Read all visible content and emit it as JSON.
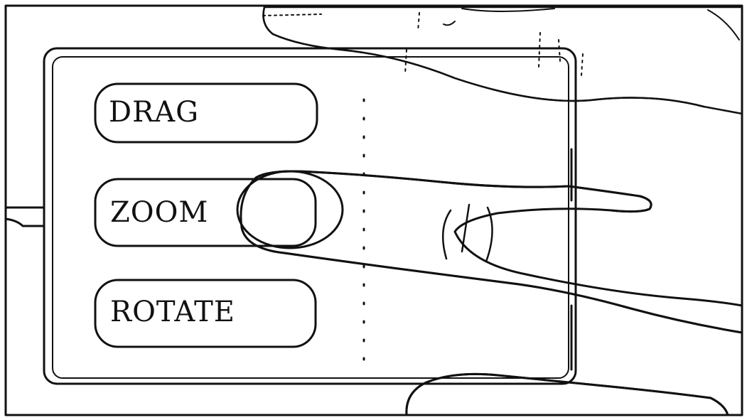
{
  "buttons": [
    {
      "label": "DRAG"
    },
    {
      "label": "ZOOM"
    },
    {
      "label": "ROTATE"
    }
  ],
  "gesture_mark": "(|)",
  "colors": {
    "ink": "#111111",
    "background": "#ffffff"
  }
}
